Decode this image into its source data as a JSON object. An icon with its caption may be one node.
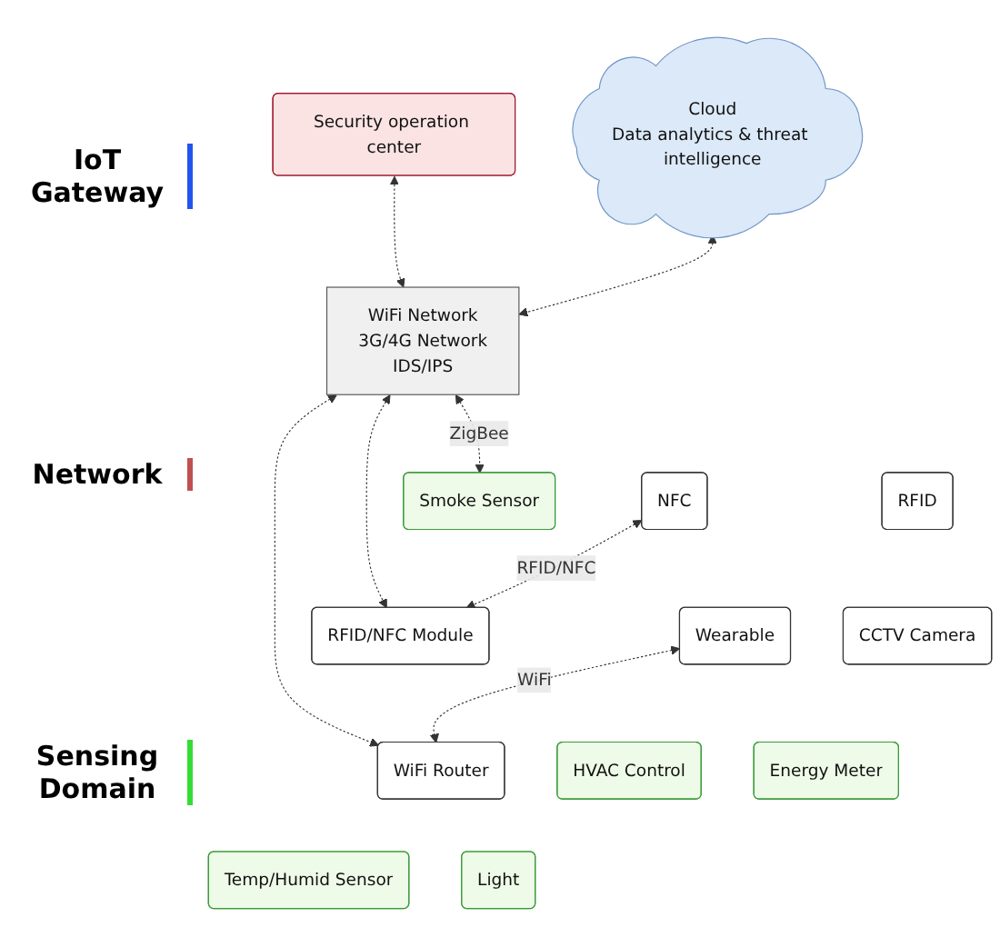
{
  "diagram": {
    "nodes": [
      {
        "text": [
          "Security operation center"
        ]
      },
      {
        "text": [
          "Cloud",
          "Data analytics & threat intelligence"
        ]
      },
      {
        "text": [
          "WiFi Network",
          "3G/4G Network",
          "IDS/IPS"
        ]
      },
      {
        "text": [
          "RFID"
        ]
      },
      {
        "text": [
          "NFC"
        ]
      },
      {
        "text": [
          "RFID/NFC Module"
        ]
      },
      {
        "text": [
          "CCTV Camera"
        ]
      },
      {
        "text": [
          "Wearable"
        ]
      },
      {
        "text": [
          "WiFi Router"
        ]
      },
      {
        "text": [
          "HVAC Control"
        ]
      },
      {
        "text": [
          "Energy Meter"
        ]
      },
      {
        "text": [
          "Temp/Humid Sensor"
        ]
      },
      {
        "text": [
          "Light"
        ]
      },
      {
        "text": [
          "Smoke Sensor"
        ]
      }
    ],
    "edges": [
      {
        "from": 0,
        "to": 2,
        "arrow": "both",
        "style": "dashed"
      },
      {
        "from": 1,
        "to": 2,
        "arrow": "both",
        "style": "dashed"
      },
      {
        "from": 2,
        "to": 5,
        "arrow": "both",
        "style": "dashed"
      },
      {
        "from": 2,
        "to": 8,
        "arrow": "both",
        "style": "dashed"
      },
      {
        "from": 2,
        "to": 13,
        "label": "ZigBee",
        "arrow": "both",
        "style": "dashed"
      },
      {
        "from": 4,
        "to": 5,
        "label": "RFID/NFC",
        "arrow": "both",
        "style": "dashed"
      },
      {
        "from": 7,
        "to": 8,
        "label": "WiFi",
        "arrow": "both",
        "style": "dashed"
      }
    ],
    "labels": [
      "IoT Gateway",
      "Network",
      "Sensing Domain"
    ]
  }
}
